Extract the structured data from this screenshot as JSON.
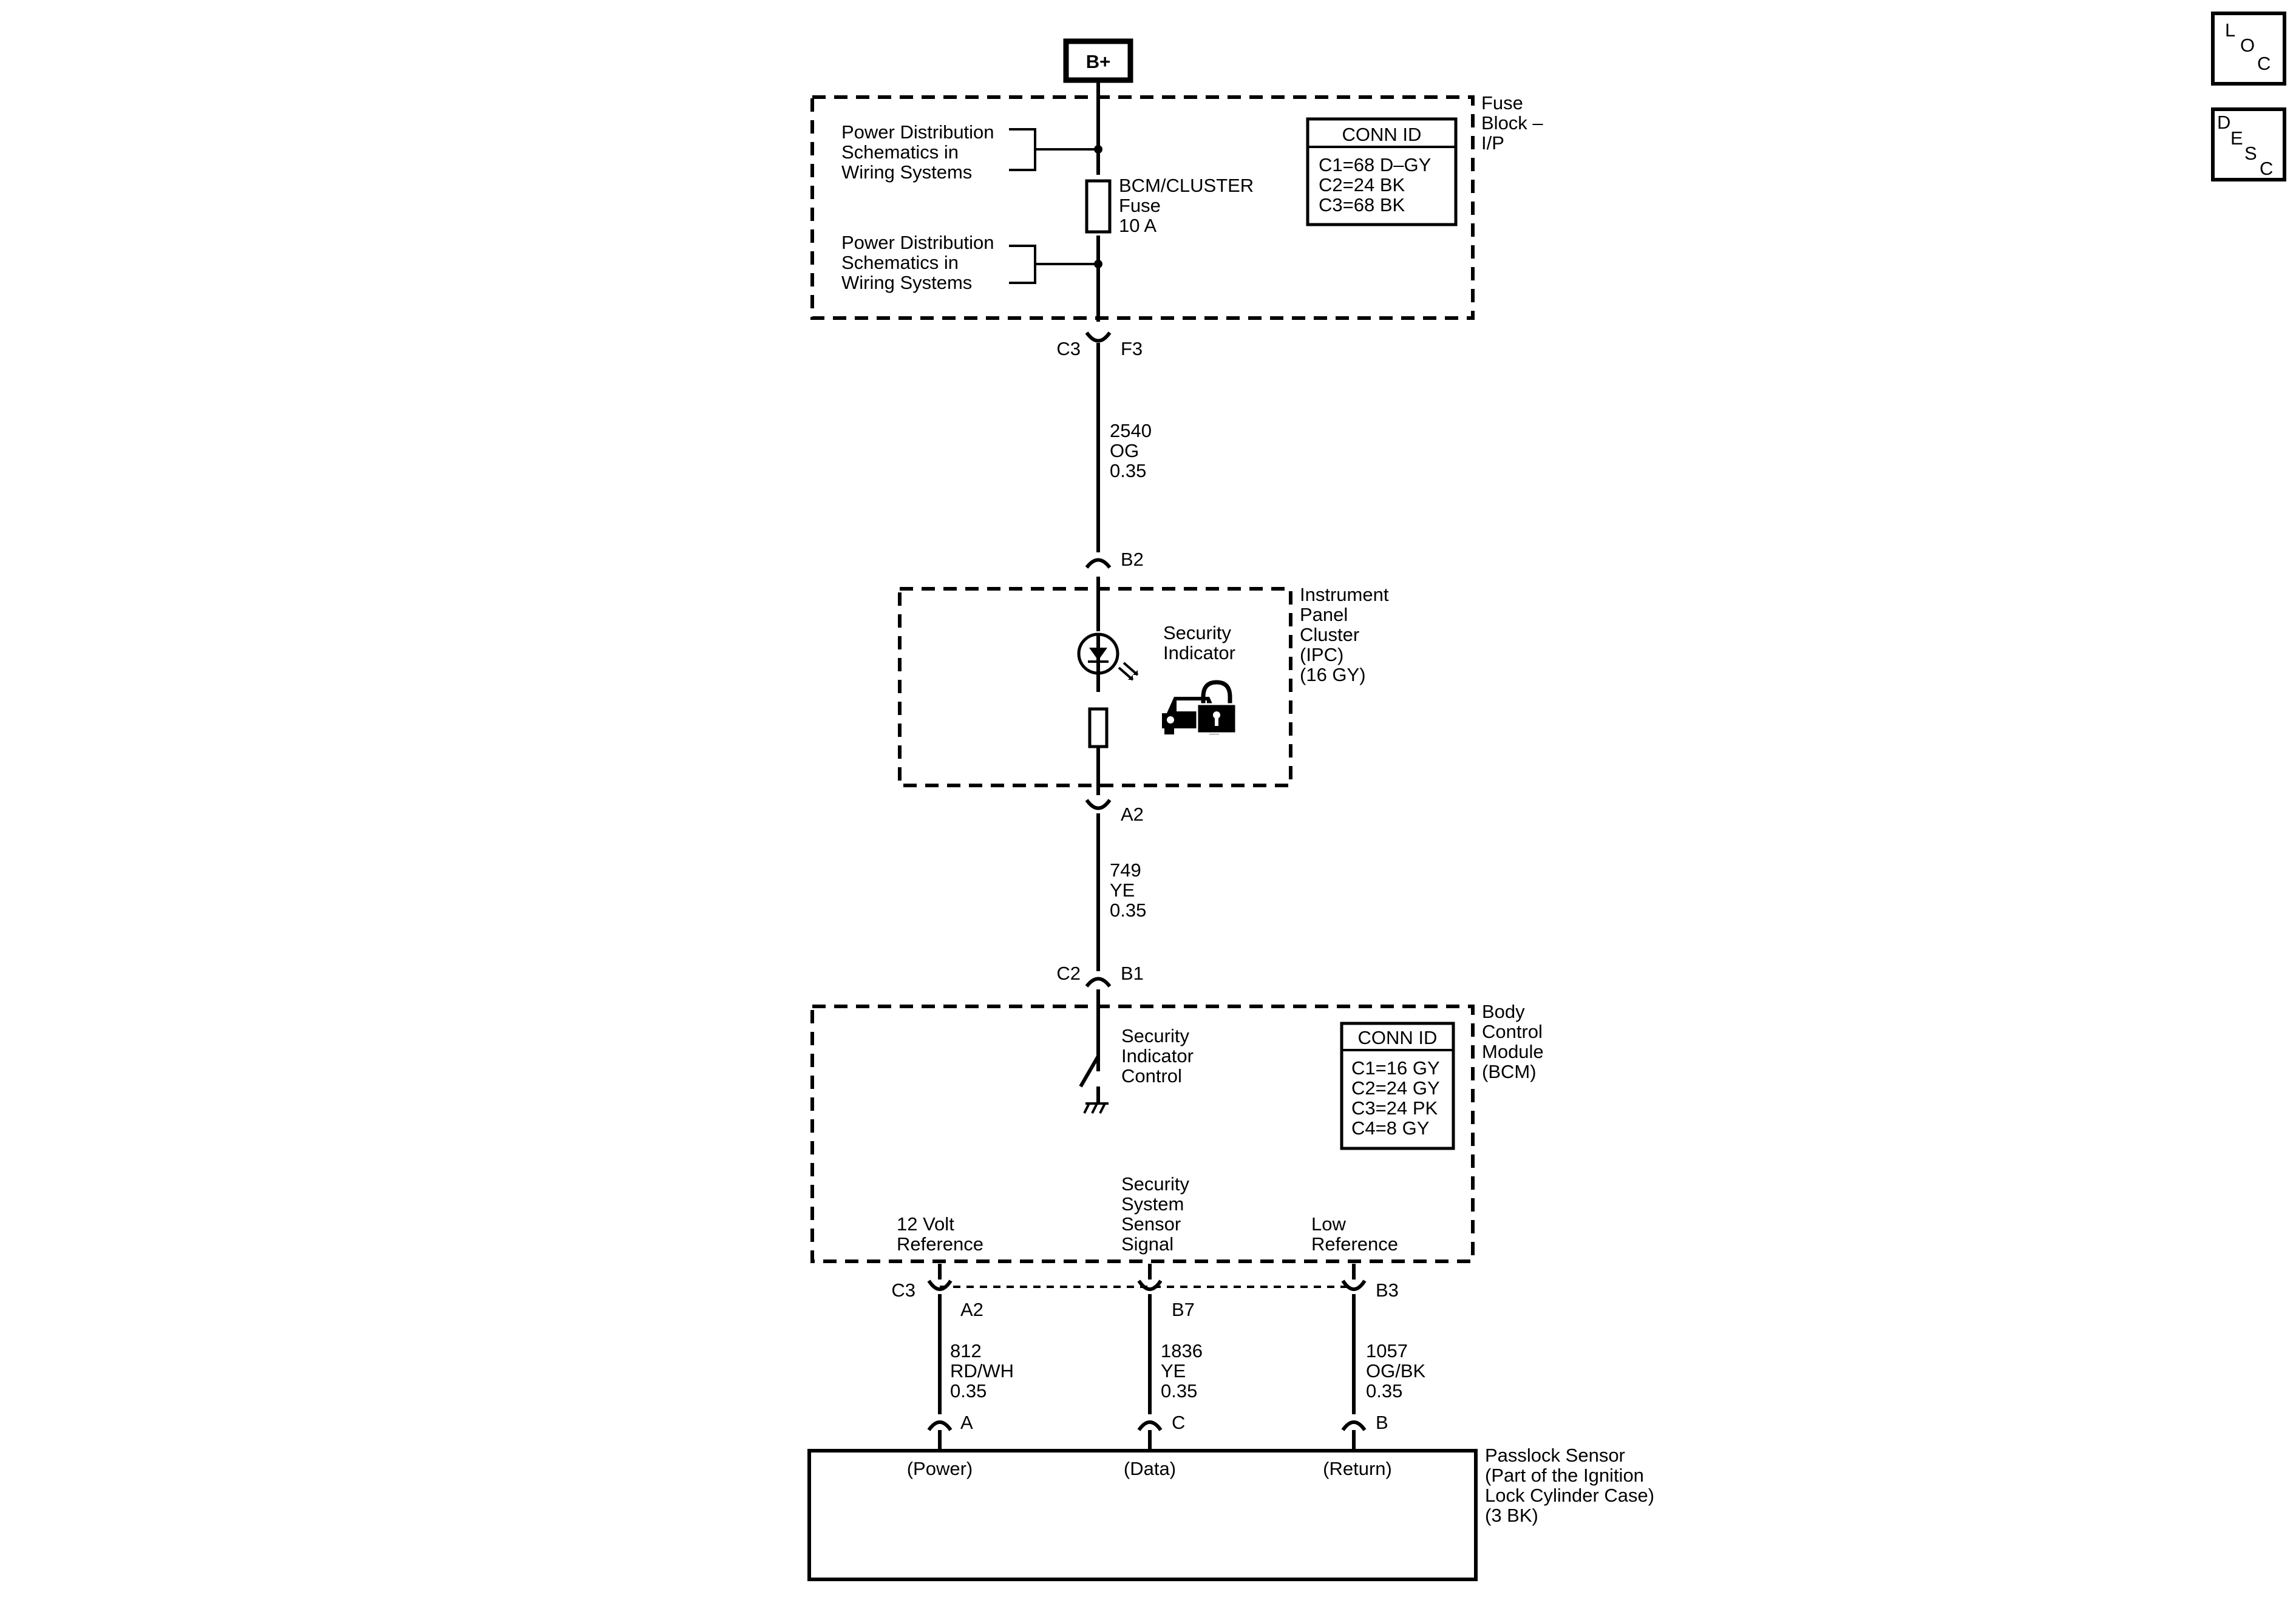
{
  "nav": {
    "loc_letters": [
      "L",
      "O",
      "C"
    ],
    "desc_letters": [
      "D",
      "E",
      "S",
      "C"
    ]
  },
  "power": {
    "label": "B+"
  },
  "fuse_block": {
    "name_lines": [
      "Fuse",
      "Block –",
      "I/P"
    ],
    "feed1_lines": [
      "Power Distribution",
      "Schematics in",
      "Wiring Systems"
    ],
    "feed2_lines": [
      "Power Distribution",
      "Schematics in",
      "Wiring Systems"
    ],
    "fuse_lines": [
      "BCM/CLUSTER",
      "Fuse",
      "10 A"
    ],
    "conn_title": "CONN ID",
    "conn_rows": [
      "C1=68 D–GY",
      "C2=24 BK",
      "C3=68 BK"
    ]
  },
  "conn_fuse_out": {
    "left": "C3",
    "right": "F3"
  },
  "wire_2540": [
    "2540",
    "OG",
    "0.35"
  ],
  "conn_ipc_in": {
    "right": "B2"
  },
  "ipc": {
    "name_lines": [
      "Instrument",
      "Panel",
      "Cluster",
      "(IPC)",
      "(16 GY)"
    ],
    "indicator_lines": [
      "Security",
      "Indicator"
    ]
  },
  "conn_ipc_out": {
    "right": "A2"
  },
  "wire_749": [
    "749",
    "YE",
    "0.35"
  ],
  "conn_bcm_in": {
    "left": "C2",
    "right": "B1"
  },
  "bcm": {
    "name_lines": [
      "Body",
      "Control",
      "Module",
      "(BCM)"
    ],
    "control_lines": [
      "Security",
      "Indicator",
      "Control"
    ],
    "conn_title": "CONN ID",
    "conn_rows": [
      "C1=16 GY",
      "C2=24 GY",
      "C3=24 PK",
      "C4=8 GY"
    ],
    "ref12_lines": [
      "12 Volt",
      "Reference"
    ],
    "signal_lines": [
      "Security",
      "System",
      "Sensor",
      "Signal"
    ],
    "lowref_lines": [
      "Low",
      "Reference"
    ]
  },
  "conn_bcm_out": {
    "left": "C3",
    "pins": [
      "A2",
      "B7",
      "B3"
    ]
  },
  "wires_bottom": [
    [
      "812",
      "RD/WH",
      "0.35"
    ],
    [
      "1836",
      "YE",
      "0.35"
    ],
    [
      "1057",
      "OG/BK",
      "0.35"
    ]
  ],
  "sensor_pins": [
    "A",
    "C",
    "B"
  ],
  "sensor": {
    "name_lines": [
      "Passlock Sensor",
      "(Part of the Ignition",
      "Lock Cylinder Case)",
      "(3 BK)"
    ],
    "pin_functions": [
      "(Power)",
      "(Data)",
      "(Return)"
    ]
  }
}
